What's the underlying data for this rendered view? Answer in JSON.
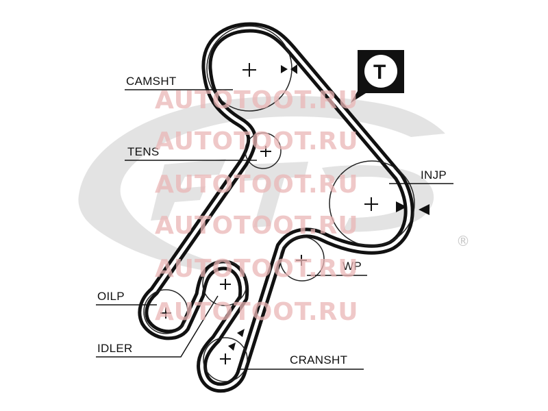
{
  "labels": {
    "camsht": "CAMSHT",
    "tens": "TENS",
    "injp": "INJP",
    "wp": "WP",
    "oilp": "OILP",
    "idler": "IDLER",
    "cransht": "CRANSHT"
  },
  "badge": {
    "letter": "T"
  },
  "watermark": {
    "text": "AUTOTOOT.RU",
    "repeat": 6
  },
  "logo": {
    "registered_mark": "®"
  },
  "colors": {
    "belt": "#111111",
    "logo_gray": "#e3e3e3",
    "watermark": "#e9b5b5"
  }
}
